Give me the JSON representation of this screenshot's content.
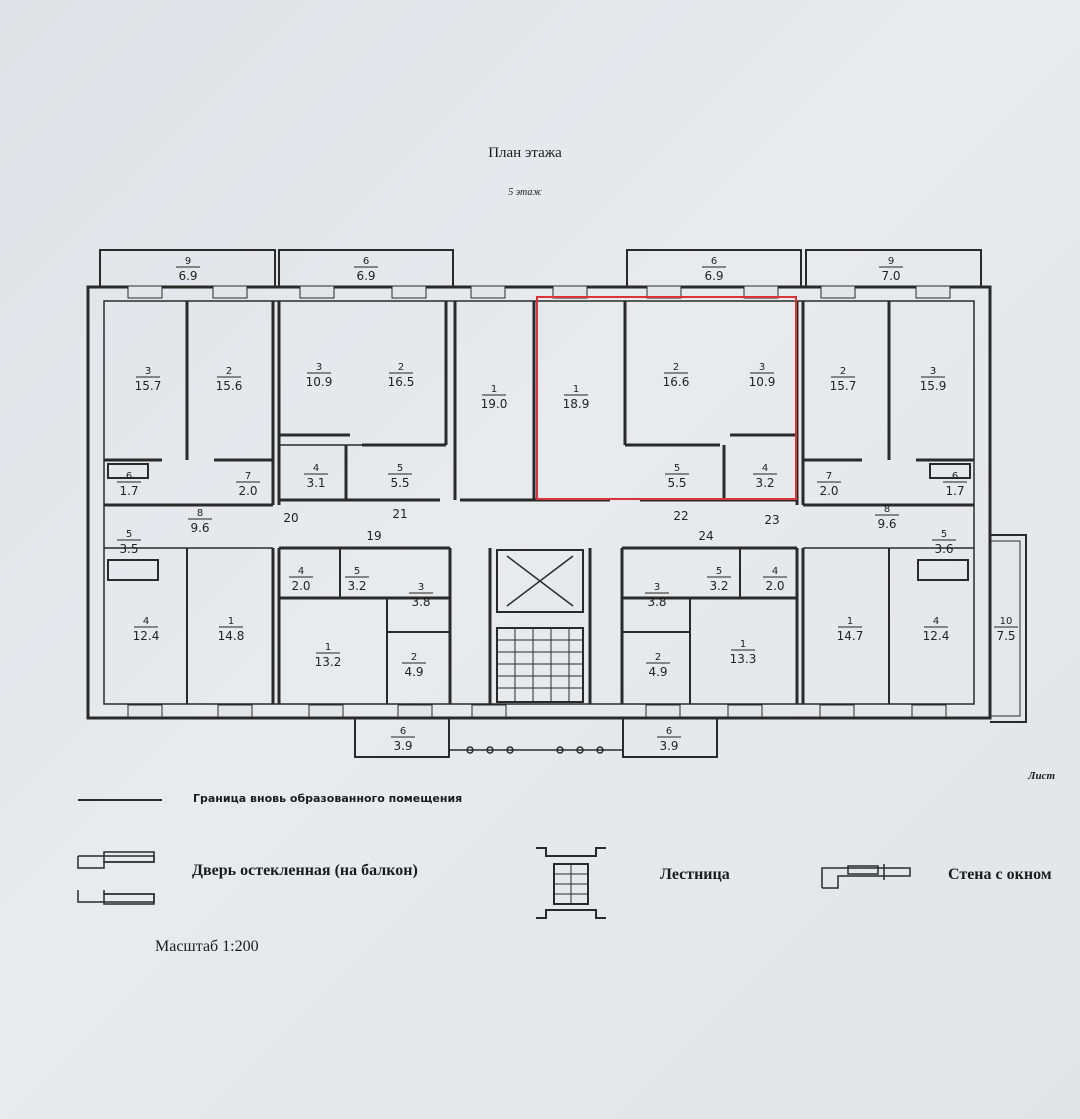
{
  "plan": {
    "title": "План этажа",
    "floor": "5 этаж",
    "highlight_color": "#d9343a",
    "rooms": [
      {
        "id": "r1",
        "num": "3",
        "area": "15.7"
      },
      {
        "id": "r2",
        "num": "2",
        "area": "15.6"
      },
      {
        "id": "r3",
        "num": "3",
        "area": "10.9"
      },
      {
        "id": "r4",
        "num": "2",
        "area": "16.5"
      },
      {
        "id": "r5",
        "num": "1",
        "area": "19.0"
      },
      {
        "id": "r6",
        "num": "1",
        "area": "18.9"
      },
      {
        "id": "r7",
        "num": "2",
        "area": "16.6"
      },
      {
        "id": "r8",
        "num": "3",
        "area": "10.9"
      },
      {
        "id": "r9",
        "num": "2",
        "area": "15.7"
      },
      {
        "id": "r10",
        "num": "3",
        "area": "15.9"
      },
      {
        "id": "r11",
        "num": "6",
        "area": "1.7"
      },
      {
        "id": "r12",
        "num": "7",
        "area": "2.0"
      },
      {
        "id": "r13",
        "num": "4",
        "area": "3.1"
      },
      {
        "id": "r14",
        "num": "5",
        "area": "5.5"
      },
      {
        "id": "r15",
        "num": "5",
        "area": "5.5"
      },
      {
        "id": "r16",
        "num": "4",
        "area": "3.2"
      },
      {
        "id": "r17",
        "num": "7",
        "area": "2.0"
      },
      {
        "id": "r18",
        "num": "6",
        "area": "1.7"
      },
      {
        "id": "r19",
        "num": "5",
        "area": "3.5"
      },
      {
        "id": "r20",
        "num": "8",
        "area": "9.6"
      },
      {
        "id": "r21",
        "num": "8",
        "area": "9.6"
      },
      {
        "id": "r22",
        "num": "5",
        "area": "3.6"
      },
      {
        "id": "r23",
        "num": "4",
        "area": "12.4"
      },
      {
        "id": "r24",
        "num": "1",
        "area": "14.8"
      },
      {
        "id": "r25",
        "num": "4",
        "area": "2.0"
      },
      {
        "id": "r26",
        "num": "5",
        "area": "3.2"
      },
      {
        "id": "r27",
        "num": "3",
        "area": "3.8"
      },
      {
        "id": "r28",
        "num": "1",
        "area": "13.2"
      },
      {
        "id": "r29",
        "num": "2",
        "area": "4.9"
      },
      {
        "id": "r30",
        "num": "3",
        "area": "3.8"
      },
      {
        "id": "r31",
        "num": "5",
        "area": "3.2"
      },
      {
        "id": "r32",
        "num": "4",
        "area": "2.0"
      },
      {
        "id": "r33",
        "num": "2",
        "area": "4.9"
      },
      {
        "id": "r34",
        "num": "1",
        "area": "13.3"
      },
      {
        "id": "r35",
        "num": "1",
        "area": "14.7"
      },
      {
        "id": "r36",
        "num": "4",
        "area": "12.4"
      },
      {
        "id": "r37",
        "num": "10",
        "area": "7.5"
      }
    ],
    "balconies": [
      {
        "id": "b1",
        "num": "9",
        "area": "6.9"
      },
      {
        "id": "b2",
        "num": "6",
        "area": "6.9"
      },
      {
        "id": "b3",
        "num": "6",
        "area": "6.9"
      },
      {
        "id": "b4",
        "num": "9",
        "area": "7.0"
      },
      {
        "id": "b5",
        "num": "6",
        "area": "3.9"
      },
      {
        "id": "b6",
        "num": "6",
        "area": "3.9"
      }
    ],
    "corridors": [
      "20",
      "21",
      "19",
      "22",
      "24",
      "23"
    ]
  },
  "legend": {
    "boundary": "Граница вновь образованного помещения",
    "door": "Дверь остекленная (на балкон)",
    "stairs": "Лестница",
    "wall": "Стена с окном"
  },
  "scale": "Масштаб 1:200",
  "signature": "Лист"
}
